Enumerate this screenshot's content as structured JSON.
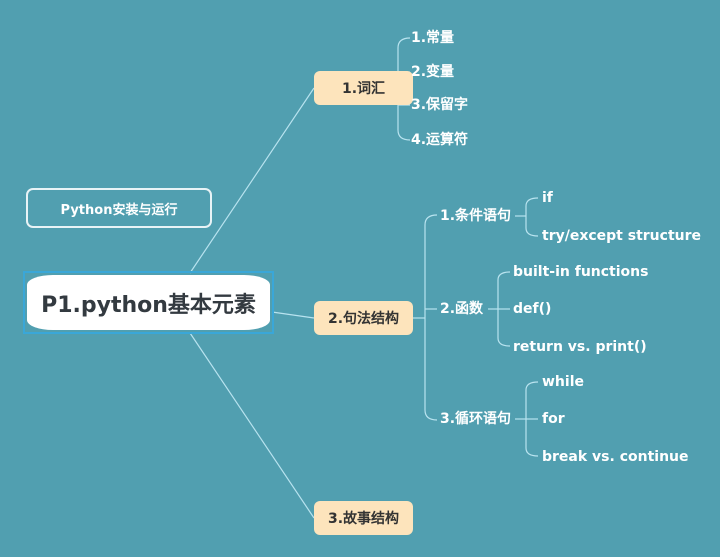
{
  "canvas": {
    "background": "#519fb0",
    "line_color": "#b8e3ef",
    "node_fill": "#fde4bc",
    "central_border": "#3aa7d8"
  },
  "floating_topic": {
    "label": "Python安装与运行"
  },
  "central": {
    "label": "P1.python基本元素"
  },
  "branches": [
    {
      "label": "1.词汇",
      "children": [
        {
          "label": "1.常量"
        },
        {
          "label": "2.变量"
        },
        {
          "label": "3.保留字"
        },
        {
          "label": "4.运算符"
        }
      ]
    },
    {
      "label": "2.句法结构",
      "children": [
        {
          "label": "1.条件语句",
          "children": [
            {
              "label": "if"
            },
            {
              "label": "try/except structure"
            }
          ]
        },
        {
          "label": "2.函数",
          "children": [
            {
              "label": "built-in functions"
            },
            {
              "label": "def()"
            },
            {
              "label": "return vs. print()"
            }
          ]
        },
        {
          "label": "3.循环语句",
          "children": [
            {
              "label": "while"
            },
            {
              "label": "for"
            },
            {
              "label": "break vs. continue"
            }
          ]
        }
      ]
    },
    {
      "label": "3.故事结构",
      "children": []
    }
  ]
}
